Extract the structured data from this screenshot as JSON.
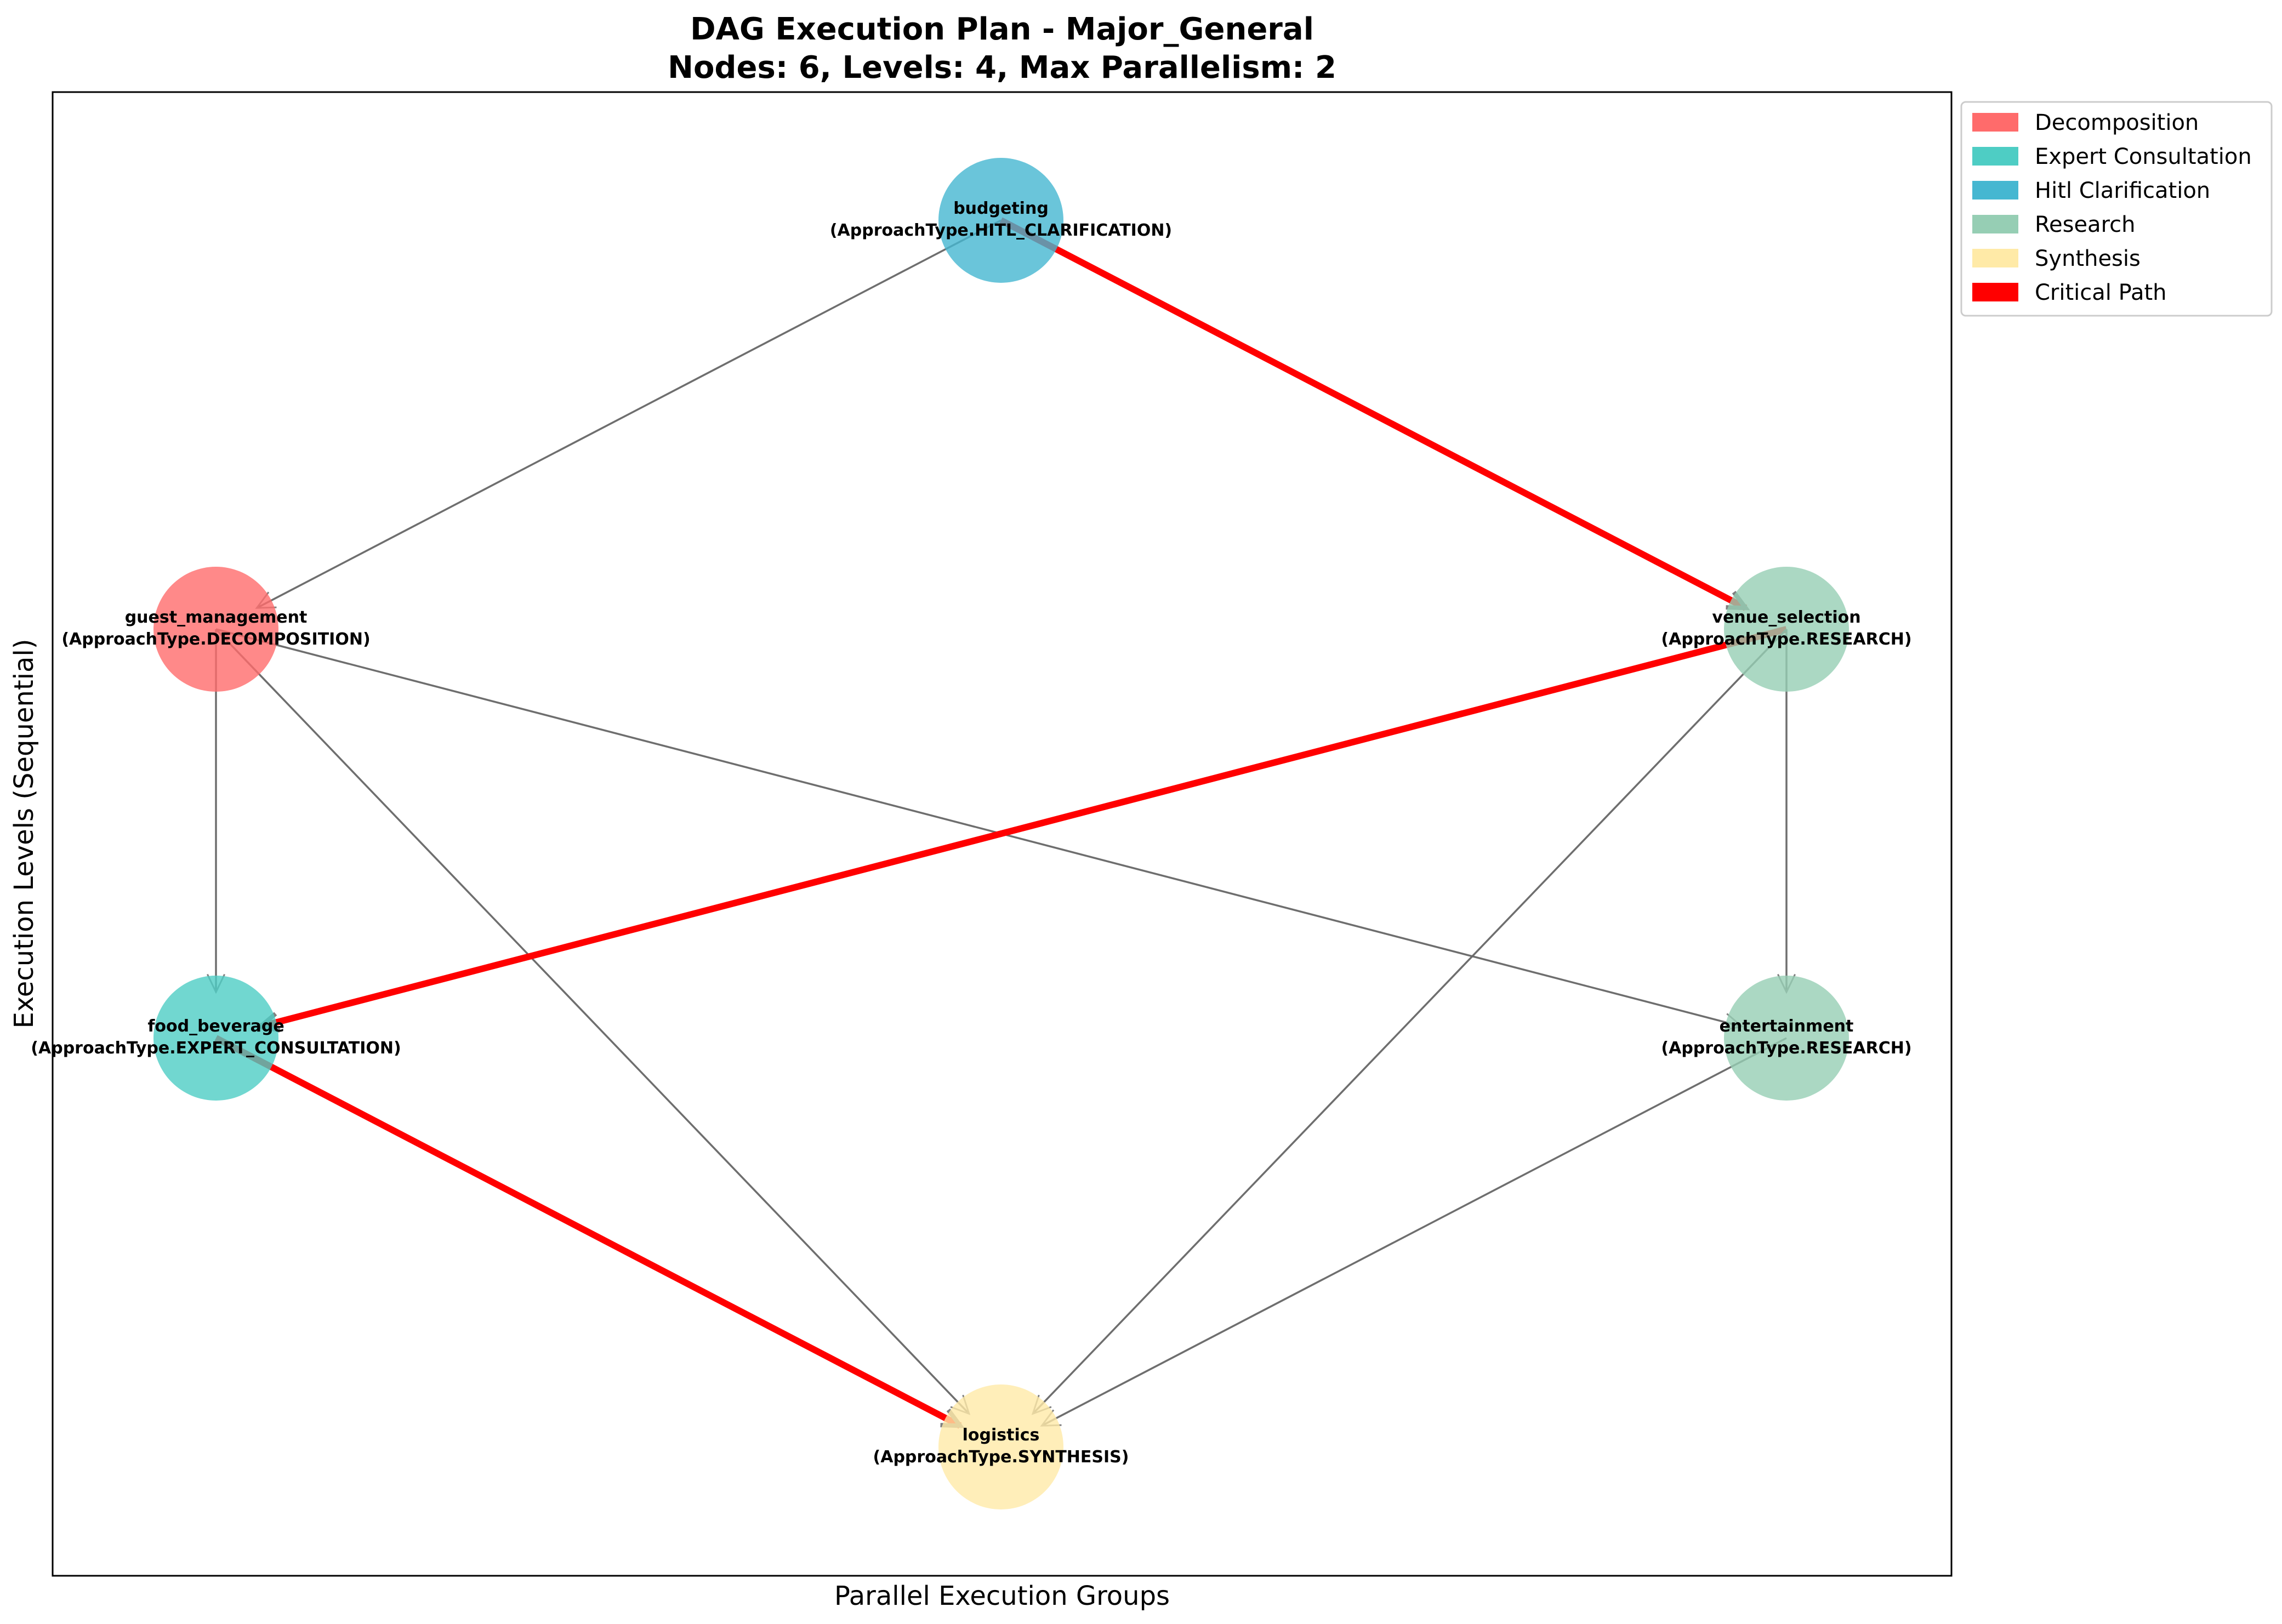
{
  "title": {
    "line1": "DAG Execution Plan - Major_General",
    "line2": "Nodes: 6, Levels: 4, Max Parallelism: 2"
  },
  "axes": {
    "xlabel": "Parallel Execution Groups",
    "ylabel": "Execution Levels (Sequential)"
  },
  "legend": {
    "placement": "outside-top-right",
    "items": [
      {
        "label": "Decomposition",
        "color": "#ff6b6b"
      },
      {
        "label": "Expert Consultation",
        "color": "#4ecdc4"
      },
      {
        "label": "Hitl Clarification",
        "color": "#45b7d1"
      },
      {
        "label": "Research",
        "color": "#96ceb4"
      },
      {
        "label": "Synthesis",
        "color": "#ffeaa7"
      },
      {
        "label": "Critical Path",
        "color": "#ff0000"
      }
    ]
  },
  "nodes": [
    {
      "id": "budgeting",
      "type": "(ApproachType.HITL_CLARIFICATION)",
      "color": "#45b7d1",
      "level": 0,
      "group": "center"
    },
    {
      "id": "guest_management",
      "type": "(ApproachType.DECOMPOSITION)",
      "color": "#ff6b6b",
      "level": 1,
      "group": "left"
    },
    {
      "id": "venue_selection",
      "type": "(ApproachType.RESEARCH)",
      "color": "#96ceb4",
      "level": 1,
      "group": "right"
    },
    {
      "id": "food_beverage",
      "type": "(ApproachType.EXPERT_CONSULTATION)",
      "color": "#4ecdc4",
      "level": 2,
      "group": "left"
    },
    {
      "id": "entertainment",
      "type": "(ApproachType.RESEARCH)",
      "color": "#96ceb4",
      "level": 2,
      "group": "right"
    },
    {
      "id": "logistics",
      "type": "(ApproachType.SYNTHESIS)",
      "color": "#ffeaa7",
      "level": 3,
      "group": "center"
    }
  ],
  "edges": [
    {
      "from": "budgeting",
      "to": "guest_management",
      "critical": false
    },
    {
      "from": "budgeting",
      "to": "venue_selection",
      "critical": true
    },
    {
      "from": "guest_management",
      "to": "food_beverage",
      "critical": false
    },
    {
      "from": "guest_management",
      "to": "entertainment",
      "critical": false
    },
    {
      "from": "guest_management",
      "to": "logistics",
      "critical": false
    },
    {
      "from": "venue_selection",
      "to": "food_beverage",
      "critical": true
    },
    {
      "from": "venue_selection",
      "to": "entertainment",
      "critical": false
    },
    {
      "from": "venue_selection",
      "to": "logistics",
      "critical": false
    },
    {
      "from": "food_beverage",
      "to": "logistics",
      "critical": true
    },
    {
      "from": "entertainment",
      "to": "logistics",
      "critical": false
    }
  ],
  "style": {
    "edge_color": "#666666",
    "critical_color": "#ff0000"
  }
}
